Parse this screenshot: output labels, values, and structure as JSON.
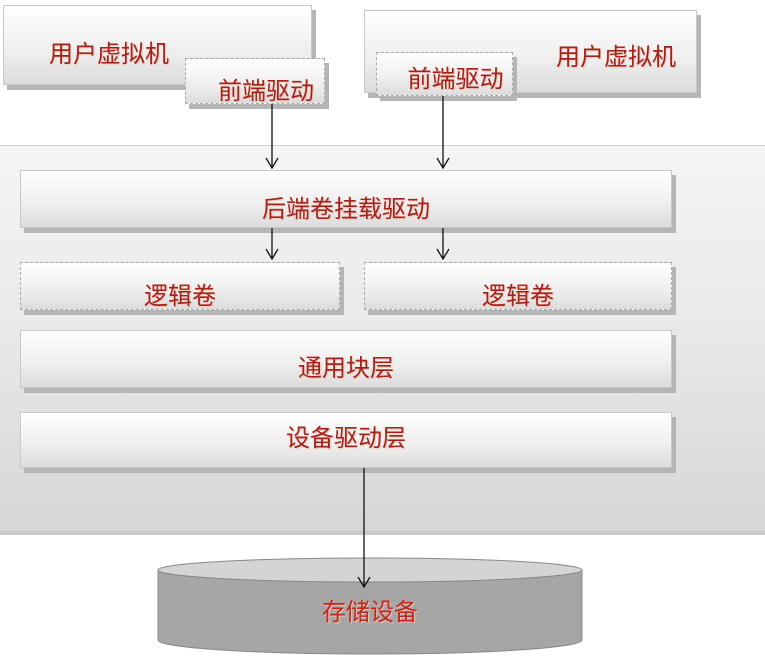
{
  "diagram": {
    "vm_left": "用户虚拟机",
    "frontend_left": "前端驱动",
    "vm_right": "用户虚拟机",
    "frontend_right": "前端驱动",
    "backend": "后端卷挂载驱动",
    "lv_left": "逻辑卷",
    "lv_right": "逻辑卷",
    "block_layer": "通用块层",
    "device_driver": "设备驱动层",
    "storage": "存储设备"
  }
}
